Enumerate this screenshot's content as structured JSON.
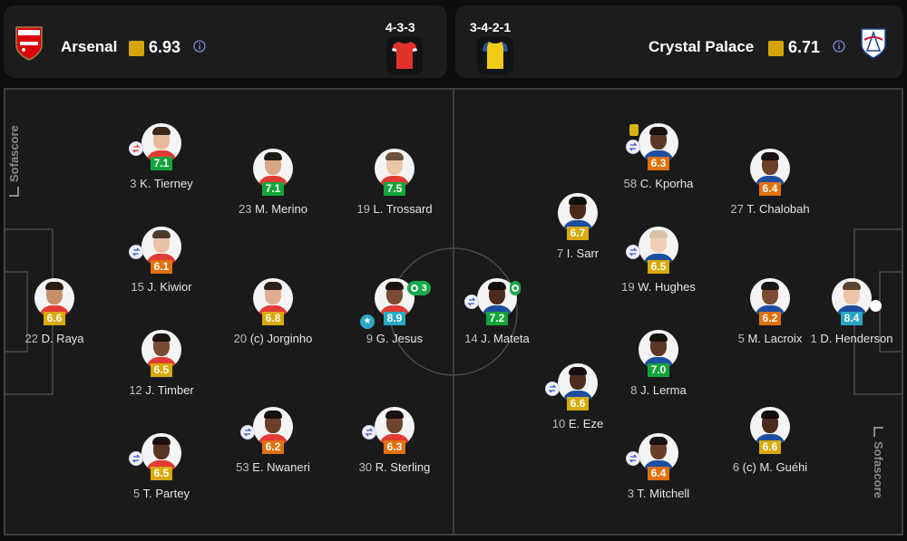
{
  "home": {
    "name": "Arsenal",
    "rating": "6.93",
    "formation": "4-3-3",
    "crest_text": "Arsenal",
    "kit_color": "#e0322b",
    "players": [
      {
        "num": "22",
        "name": "D. Raya",
        "rating": "6.6",
        "rclass": "r-yellow",
        "skin": "#c98f6b",
        "hair": "#2a1e17"
      },
      {
        "num": "3",
        "name": "K. Tierney",
        "rating": "7.1",
        "rclass": "r-green",
        "skin": "#e8b99a",
        "hair": "#3a2a1f"
      },
      {
        "num": "15",
        "name": "J. Kiwior",
        "rating": "6.1",
        "rclass": "r-orange",
        "skin": "#e9c1a4",
        "hair": "#4a3a2b"
      },
      {
        "num": "12",
        "name": "J. Timber",
        "rating": "6.5",
        "rclass": "r-yellow",
        "skin": "#7a4a32",
        "hair": "#1b1410"
      },
      {
        "num": "5",
        "name": "T. Partey",
        "rating": "6.5",
        "rclass": "r-yellow",
        "skin": "#5b3524",
        "hair": "#1a120e"
      },
      {
        "num": "23",
        "name": "M. Merino",
        "rating": "7.1",
        "rclass": "r-green",
        "skin": "#d9a583",
        "hair": "#1f1914"
      },
      {
        "num": "20",
        "name": "(c) Jorginho",
        "rating": "6.8",
        "rclass": "r-yellow",
        "skin": "#e0ad8c",
        "hair": "#2a211a"
      },
      {
        "num": "53",
        "name": "E. Nwaneri",
        "rating": "6.2",
        "rclass": "r-orange",
        "skin": "#6b3f2a",
        "hair": "#161010"
      },
      {
        "num": "19",
        "name": "L. Trossard",
        "rating": "7.5",
        "rclass": "r-green",
        "skin": "#ecc4a6",
        "hair": "#6b5238"
      },
      {
        "num": "9",
        "name": "G. Jesus",
        "rating": "8.9",
        "rclass": "r-teal",
        "skin": "#7b4b33",
        "hair": "#1a120e",
        "goals": "3"
      },
      {
        "num": "30",
        "name": "R. Sterling",
        "rating": "6.3",
        "rclass": "r-orange",
        "skin": "#6f432d",
        "hair": "#171110"
      }
    ]
  },
  "away": {
    "name": "Crystal Palace",
    "rating": "6.71",
    "formation": "3-4-2-1",
    "kit_color": "#efcb16",
    "players": [
      {
        "num": "1",
        "name": "D. Henderson",
        "rating": "8.4",
        "rclass": "r-teal",
        "skin": "#eec3a6",
        "hair": "#5b4330"
      },
      {
        "num": "58",
        "name": "C. Kporha",
        "rating": "6.3",
        "rclass": "r-orange",
        "skin": "#5e3826",
        "hair": "#17110e"
      },
      {
        "num": "27",
        "name": "T. Chalobah",
        "rating": "6.4",
        "rclass": "r-orange",
        "skin": "#6b3f2a",
        "hair": "#1a120e"
      },
      {
        "num": "19",
        "name": "W. Hughes",
        "rating": "6.5",
        "rclass": "r-yellow",
        "skin": "#f0cdb6",
        "hair": "#d8c3a8"
      },
      {
        "num": "5",
        "name": "M. Lacroix",
        "rating": "6.2",
        "rclass": "r-orange",
        "skin": "#7b4a32",
        "hair": "#1b1410"
      },
      {
        "num": "7",
        "name": "I. Sarr",
        "rating": "6.7",
        "rclass": "r-yellow",
        "skin": "#4a2a1c",
        "hair": "#120d0b"
      },
      {
        "num": "8",
        "name": "J. Lerma",
        "rating": "7.0",
        "rclass": "r-green",
        "skin": "#5d3826",
        "hair": "#17110e"
      },
      {
        "num": "10",
        "name": "E. Eze",
        "rating": "6.6",
        "rclass": "r-yellow",
        "skin": "#4d2e20",
        "hair": "#120d0b"
      },
      {
        "num": "3",
        "name": "T. Mitchell",
        "rating": "6.4",
        "rclass": "r-orange",
        "skin": "#6a3f2a",
        "hair": "#17110e"
      },
      {
        "num": "6",
        "name": "(c) M. Guéhi",
        "rating": "6.6",
        "rclass": "r-yellow",
        "skin": "#4a2b1d",
        "hair": "#120d0b"
      },
      {
        "num": "14",
        "name": "J. Mateta",
        "rating": "7.2",
        "rclass": "r-green",
        "skin": "#4b2b1d",
        "hair": "#120d0b"
      }
    ]
  },
  "brand": "Sofascore",
  "colors": {
    "card": "#1c1c1d",
    "pitch": "#1a1a1b",
    "green": "#13a53b",
    "yellow": "#d9aa06",
    "orange": "#e2700c",
    "teal": "#27a8c2"
  }
}
